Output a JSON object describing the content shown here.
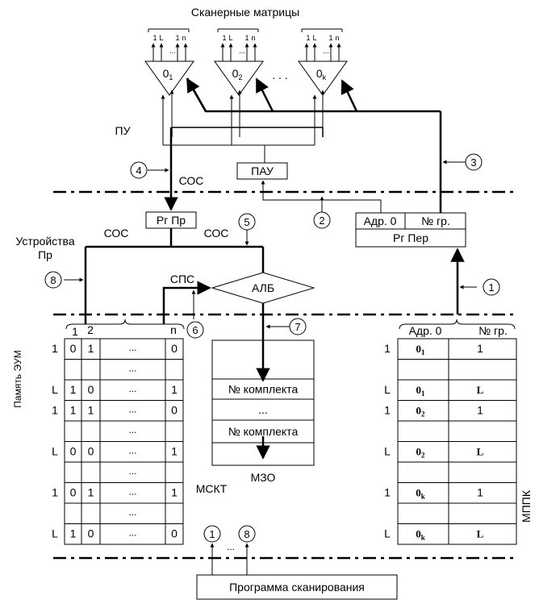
{
  "scanner_title": "Сканерные матрицы",
  "matrix_ticks": {
    "one": "1",
    "L": "L",
    "n": "n",
    "dots": "..."
  },
  "matrices": [
    {
      "name": "0",
      "sub": "1"
    },
    {
      "name": "0",
      "sub": "2"
    },
    {
      "name": "0",
      "sub": "k"
    }
  ],
  "matrix_gap_dots": ". . .",
  "labels": {
    "pu": "ПУ",
    "sos": "СОС",
    "sps": "СПС",
    "pau": "ПАУ",
    "devices_line1": "Устройства",
    "devices_line2": "Пр",
    "memory": "Память ЭУМ",
    "rg_pr": "Рг Пр",
    "alb": "АЛБ",
    "rg_per": "Рг Пер",
    "adr0": "Адр. 0",
    "ngr": "№ гр.",
    "mzo": "МЗО",
    "mskt": "МСКТ",
    "mppk": "МППК",
    "program": "Программа сканирования",
    "bottom_dots": "..."
  },
  "circles": [
    "1",
    "2",
    "3",
    "4",
    "5",
    "6",
    "7",
    "8"
  ],
  "mskt": {
    "header": [
      "1",
      "2",
      "n"
    ],
    "rows": [
      {
        "row": "1",
        "c1": "0",
        "c2": "1",
        "mid": "...",
        "cn": "0"
      },
      {
        "row": "",
        "c1": "",
        "c2": "",
        "mid": "...",
        "cn": ""
      },
      {
        "row": "L",
        "c1": "1",
        "c2": "0",
        "mid": "...",
        "cn": "1"
      },
      {
        "row": "1",
        "c1": "1",
        "c2": "1",
        "mid": "...",
        "cn": "0"
      },
      {
        "row": "",
        "c1": "",
        "c2": "",
        "mid": "...",
        "cn": ""
      },
      {
        "row": "L",
        "c1": "0",
        "c2": "0",
        "mid": "...",
        "cn": "1"
      },
      {
        "row": "",
        "c1": "",
        "c2": "",
        "mid": "...",
        "cn": ""
      },
      {
        "row": "1",
        "c1": "0",
        "c2": "1",
        "mid": "...",
        "cn": "1"
      },
      {
        "row": "",
        "c1": "",
        "c2": "",
        "mid": "...",
        "cn": ""
      },
      {
        "row": "L",
        "c1": "1",
        "c2": "0",
        "mid": "...",
        "cn": "0"
      }
    ]
  },
  "mzo": {
    "rows": [
      "",
      "№ комплекта",
      "...",
      "№ комплекта",
      ""
    ]
  },
  "mppk": {
    "header": [
      "Адр. 0",
      "№ гр."
    ],
    "rows": [
      {
        "row": "1",
        "adr": "0",
        "sub": "1",
        "ngr": "1",
        "ngr_bold": false
      },
      {
        "row": "",
        "adr": "",
        "sub": "",
        "ngr": "",
        "ngr_bold": false
      },
      {
        "row": "L",
        "adr": "0",
        "sub": "1",
        "ngr": "L",
        "ngr_bold": true
      },
      {
        "row": "1",
        "adr": "0",
        "sub": "2",
        "ngr": "1",
        "ngr_bold": false
      },
      {
        "row": "",
        "adr": "",
        "sub": "",
        "ngr": "",
        "ngr_bold": false
      },
      {
        "row": "L",
        "adr": "0",
        "sub": "2",
        "ngr": "L",
        "ngr_bold": true
      },
      {
        "row": "",
        "adr": "",
        "sub": "",
        "ngr": "",
        "ngr_bold": false
      },
      {
        "row": "1",
        "adr": "0",
        "sub": "k",
        "ngr": "1",
        "ngr_bold": false
      },
      {
        "row": "",
        "adr": "",
        "sub": "",
        "ngr": "",
        "ngr_bold": false
      },
      {
        "row": "L",
        "adr": "0",
        "sub": "k",
        "ngr": "L",
        "ngr_bold": true
      }
    ]
  }
}
